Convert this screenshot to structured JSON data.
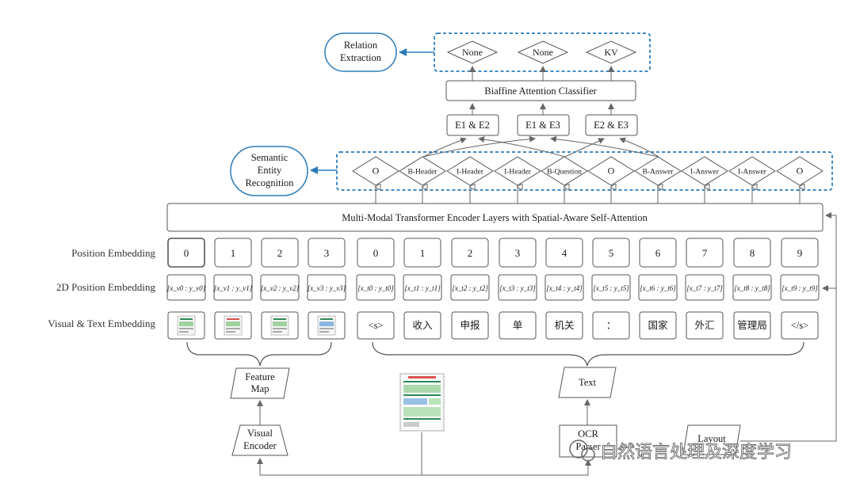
{
  "relation_extraction": {
    "label_1": "Relation",
    "label_2": "Extraction"
  },
  "relation_nodes": [
    "None",
    "None",
    "KV"
  ],
  "biaffine_label": "Biaffine Attention Classifier",
  "pair_boxes": [
    "E1 & E2",
    "E1 & E3",
    "E2 & E3"
  ],
  "semantic_entity": {
    "label_1": "Semantic",
    "label_2": "Entity",
    "label_3": "Recognition"
  },
  "ser_tags": [
    "O",
    "B-Header",
    "I-Header",
    "I-Header",
    "B-Question",
    "O",
    "B-Answer",
    "I-Answer",
    "I-Answer",
    "O"
  ],
  "transformer_label": "Multi-Modal Transformer Encoder Layers with Spatial-Aware Self-Attention",
  "row_labels": {
    "position": "Position Embedding",
    "position_2d": "2D Position Embedding",
    "visual_text": "Visual & Text Embedding"
  },
  "position_values": [
    "0",
    "1",
    "2",
    "3",
    "0",
    "1",
    "2",
    "3",
    "4",
    "5",
    "6",
    "7",
    "8",
    "9"
  ],
  "pos2d_visual": [
    "[x_v0 : y_v0]",
    "[x_v1 : y_v1]",
    "[x_v2 : y_v2]",
    "[x_v3 : y_v3]"
  ],
  "pos2d_text": [
    "[x_t0 : y_t0]",
    "[x_t1 : y_t1]",
    "[x_t2 : y_t2]",
    "[x_t3 : y_t3]",
    "[x_t4 : y_t4]",
    "[x_t5 : y_t5]",
    "[x_t6 : y_t6]",
    "[x_t7 : y_t7]",
    "[x_t8 : y_t8]",
    "[x_t9 : y_t9]"
  ],
  "text_tokens": [
    "<s>",
    "收入",
    "申报",
    "单",
    "机关",
    "：",
    "国家",
    "外汇",
    "管理局",
    "</s>"
  ],
  "feature_map": {
    "label_1": "Feature",
    "label_2": "Map"
  },
  "text_node": "Text",
  "visual_encoder": {
    "label_1": "Visual",
    "label_2": "Encoder"
  },
  "ocr_node": {
    "label_1": "OCR",
    "label_2": "Parser"
  },
  "layout_node": "Layout",
  "watermark": "自然语言处理及深度学习",
  "colors": {
    "accent": "#2b7bb9",
    "border": "#555555",
    "arrow": "#666666"
  }
}
